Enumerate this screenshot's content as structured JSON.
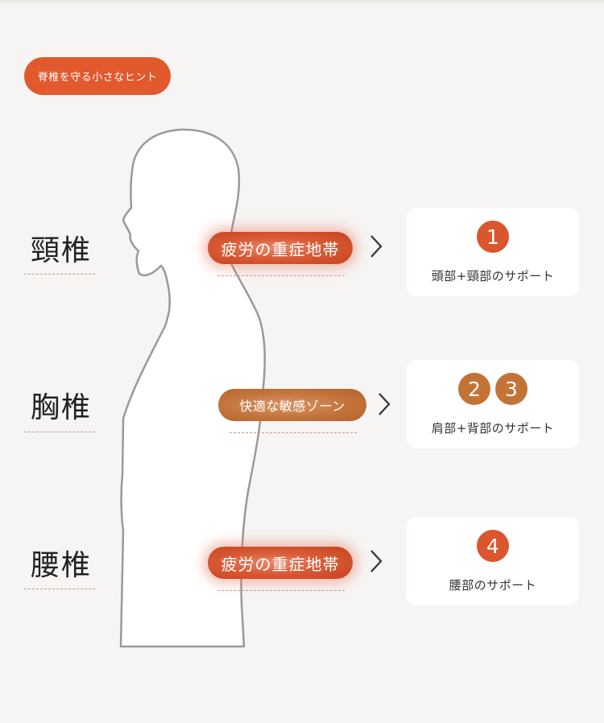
{
  "header": {
    "title": "脊椎を守る小さなヒント"
  },
  "regions": [
    {
      "label": "頸椎",
      "tag": "疲労の重症地帯",
      "card": {
        "badges": [
          "1"
        ],
        "text": "頭部+頸部のサポート"
      }
    },
    {
      "label": "胸椎",
      "tag": "快適な敏感ゾーン",
      "card": {
        "badges": [
          "2",
          "3"
        ],
        "text": "肩部+背部のサポート"
      }
    },
    {
      "label": "腰椎",
      "tag": "疲労の重症地帯",
      "card": {
        "badges": [
          "4"
        ],
        "text": "腰部のサポート"
      }
    }
  ],
  "colors": {
    "accent_red": "#e2592e",
    "accent_brown": "#c47337",
    "background": "#f6f5f3"
  },
  "icons": {
    "arrow": "chevron-right-icon",
    "figure": "human-silhouette"
  }
}
